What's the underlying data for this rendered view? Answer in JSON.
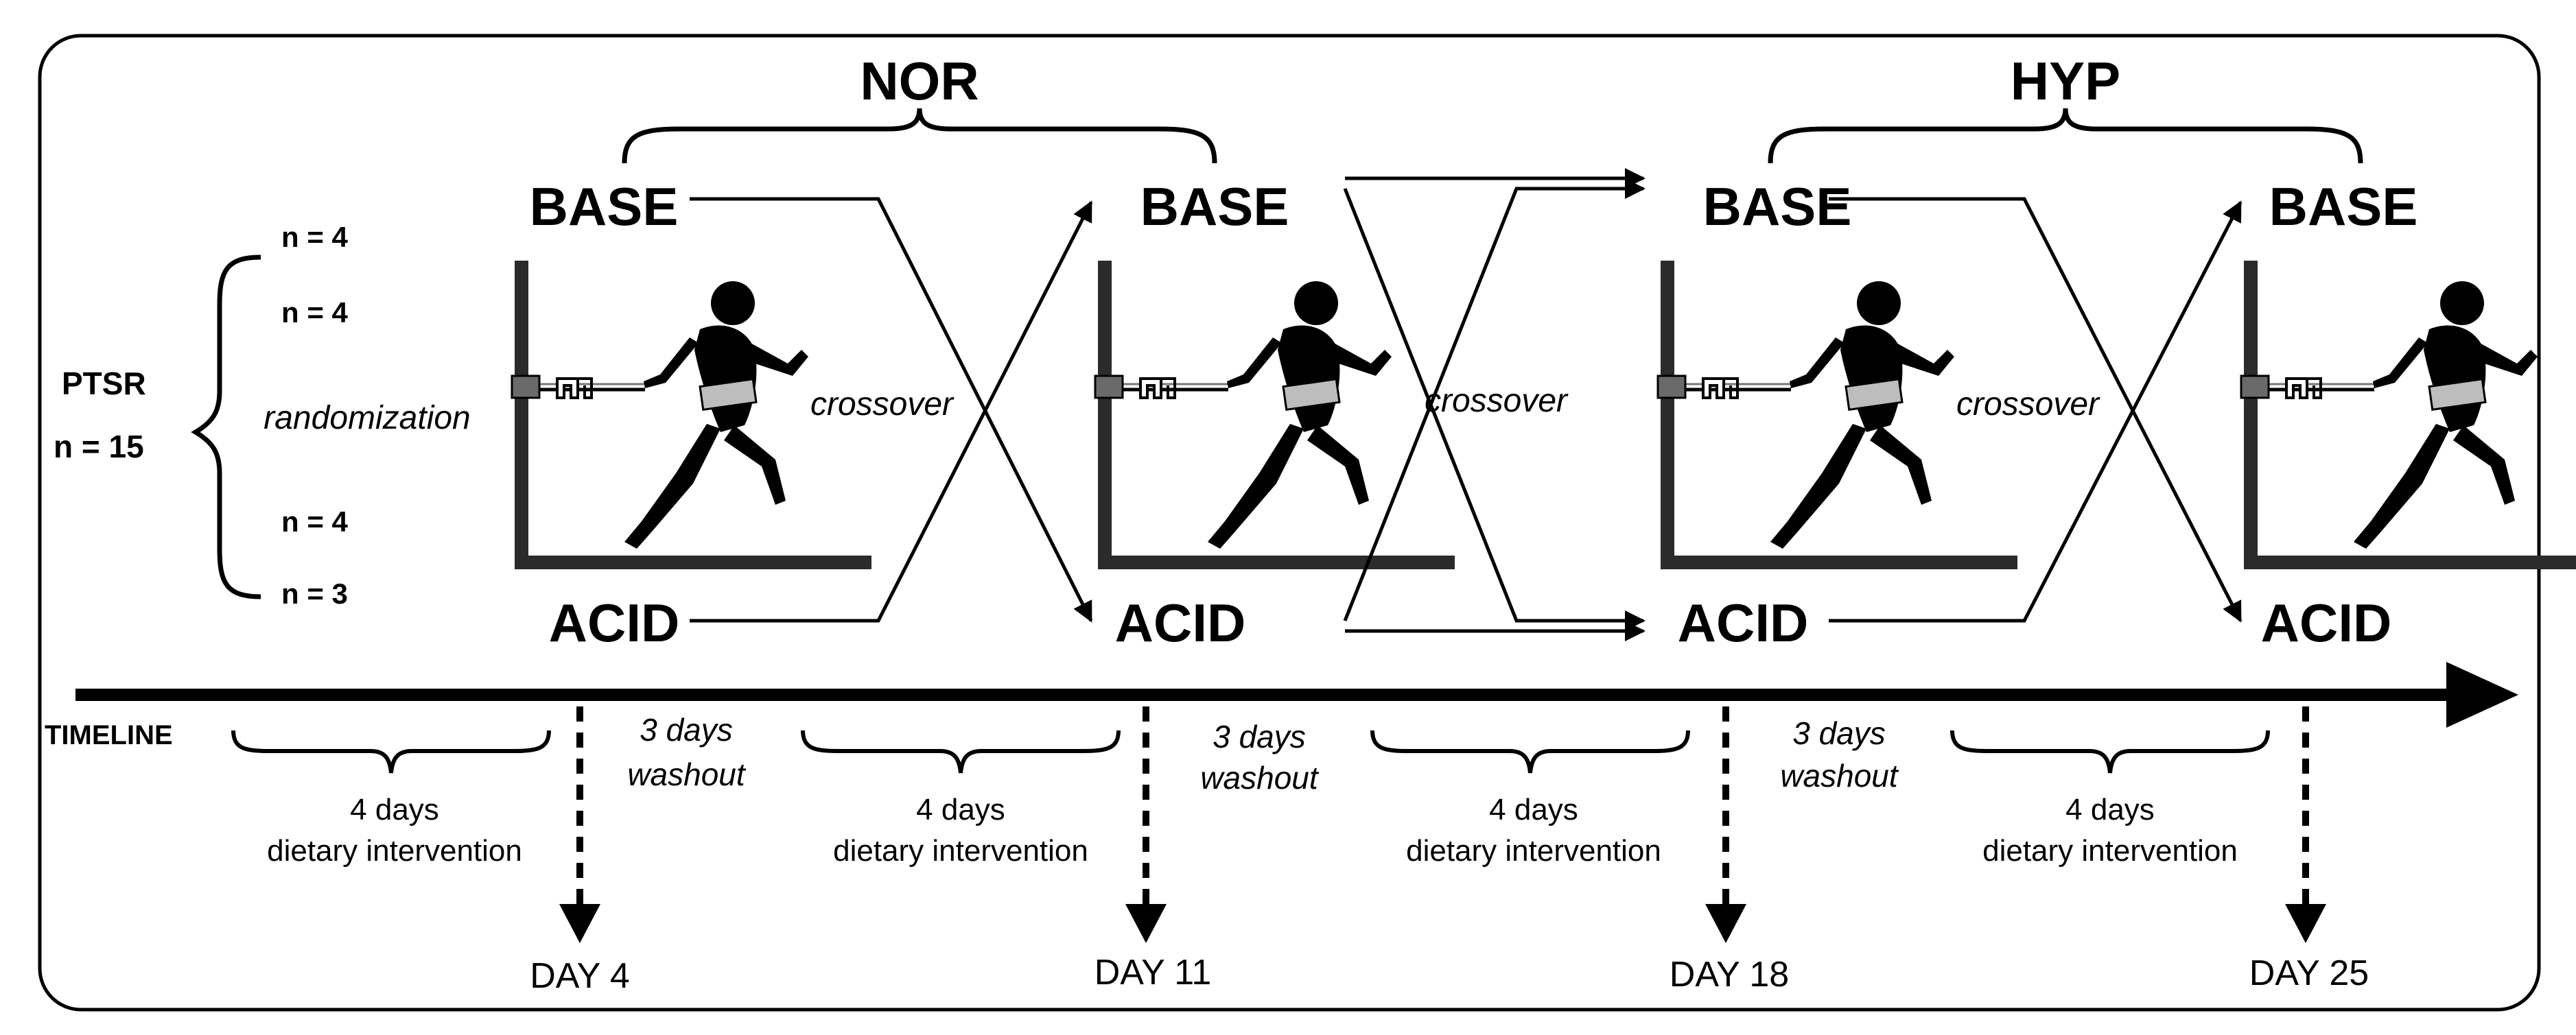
{
  "groups": [
    {
      "label": "NOR"
    },
    {
      "label": "HYP"
    }
  ],
  "conditions": {
    "base": "BASE",
    "acid": "ACID"
  },
  "subjects": {
    "group_label": "PTSR",
    "total": "n = 15",
    "randomization": "randomization",
    "arms": [
      "n = 4",
      "n = 4",
      "n = 4",
      "n = 3"
    ]
  },
  "crossover_label": "crossover",
  "timeline": {
    "label": "TIMELINE",
    "intervention_line1": "4 days",
    "intervention_line2": "dietary intervention",
    "washout_line1": "3 days",
    "washout_line2": "washout",
    "days": [
      "DAY 4",
      "DAY 11",
      "DAY 18",
      "DAY 25"
    ]
  },
  "icons": [
    "sprinter-on-tether-icon"
  ],
  "colors": {
    "ink": "#000000",
    "frame": "#2b2b2b",
    "belt": "#bdbdbd",
    "background": "#ffffff"
  }
}
